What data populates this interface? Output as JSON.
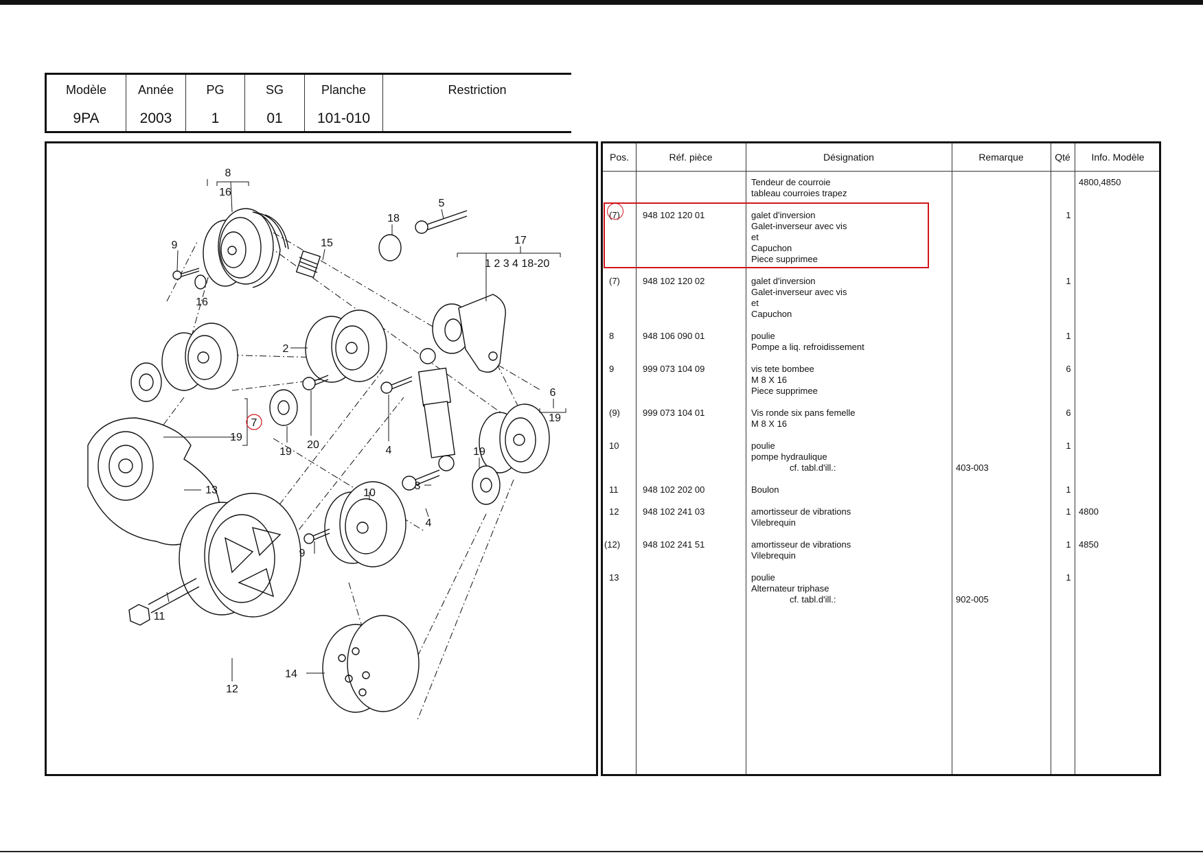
{
  "header": {
    "columns": [
      {
        "label": "Modèle",
        "value": "9PA"
      },
      {
        "label": "Année",
        "value": "2003"
      },
      {
        "label": "PG",
        "value": "1"
      },
      {
        "label": "SG",
        "value": "01"
      },
      {
        "label": "Planche",
        "value": "101-010"
      },
      {
        "label": "Restriction",
        "value": ""
      }
    ]
  },
  "diagram": {
    "labels": {
      "l8": "8",
      "l16a": "16",
      "l9a": "9",
      "l16b": "16",
      "l15": "15",
      "l18": "18",
      "l5": "5",
      "l17": "17",
      "l17sub": "1 2 3 4  18-20",
      "l2": "2",
      "l7": "7",
      "l19a": "19",
      "l19b": "19",
      "l20": "20",
      "l4a": "4",
      "l6": "6",
      "l19c": "19",
      "l19d": "19",
      "l13": "13",
      "l10": "10",
      "l3": "3",
      "l9b": "9",
      "l4b": "4",
      "l11": "11",
      "l12": "12",
      "l14": "14"
    }
  },
  "parts_table": {
    "headers": {
      "pos": "Pos.",
      "ref": "Réf. pièce",
      "des": "Désignation",
      "rem": "Remarque",
      "qte": "Qté",
      "info": "Info. Modèle"
    },
    "rows": [
      {
        "pos": "",
        "ref": "",
        "des": [
          "Tendeur de courroie",
          "tableau courroies trapez"
        ],
        "rem": "",
        "qte": "",
        "info": "4800,4850"
      },
      {
        "pos": "(7)",
        "ref": "948 102 120 01",
        "des": [
          "galet d'inversion",
          "Galet-inverseur avec vis",
          "et",
          "Capuchon",
          "Piece supprimee"
        ],
        "rem": "",
        "qte": "1",
        "info": ""
      },
      {
        "pos": "(7)",
        "ref": "948 102 120 02",
        "des": [
          "galet d'inversion",
          "Galet-inverseur avec vis",
          "et",
          "Capuchon"
        ],
        "rem": "",
        "qte": "1",
        "info": ""
      },
      {
        "pos": "8",
        "ref": "948 106 090 01",
        "des": [
          "poulie",
          "Pompe a liq. refroidissement"
        ],
        "rem": "",
        "qte": "1",
        "info": ""
      },
      {
        "pos": "9",
        "ref": "999 073 104 09",
        "des": [
          "vis tete bombee",
          "M 8 X 16",
          "Piece supprimee"
        ],
        "rem": "",
        "qte": "6",
        "info": ""
      },
      {
        "pos": "(9)",
        "ref": "999 073 104 01",
        "des": [
          "Vis ronde six pans femelle",
          "M 8 X 16"
        ],
        "rem": "",
        "qte": "6",
        "info": ""
      },
      {
        "pos": "10",
        "ref": "",
        "des": [
          "poulie",
          "pompe hydraulique",
          "cf. tabl.d'ill.:"
        ],
        "rem": "403-003",
        "qte": "1",
        "info": ""
      },
      {
        "pos": "11",
        "ref": "948 102 202 00",
        "des": [
          "Boulon"
        ],
        "rem": "",
        "qte": "1",
        "info": ""
      },
      {
        "pos": "12",
        "ref": "948 102 241 03",
        "des": [
          "amortisseur de vibrations",
          "Vilebrequin"
        ],
        "rem": "",
        "qte": "1",
        "info": "4800"
      },
      {
        "pos": "(12)",
        "ref": "948 102 241 51",
        "des": [
          "amortisseur de vibrations",
          "Vilebrequin"
        ],
        "rem": "",
        "qte": "1",
        "info": "4850"
      },
      {
        "pos": "13",
        "ref": "",
        "des": [
          "poulie",
          "Alternateur triphase",
          "cf. tabl.d'ill.:"
        ],
        "rem": "902-005",
        "qte": "1",
        "info": ""
      }
    ]
  },
  "colors": {
    "highlight": "#d0161c",
    "ink": "#111111"
  }
}
